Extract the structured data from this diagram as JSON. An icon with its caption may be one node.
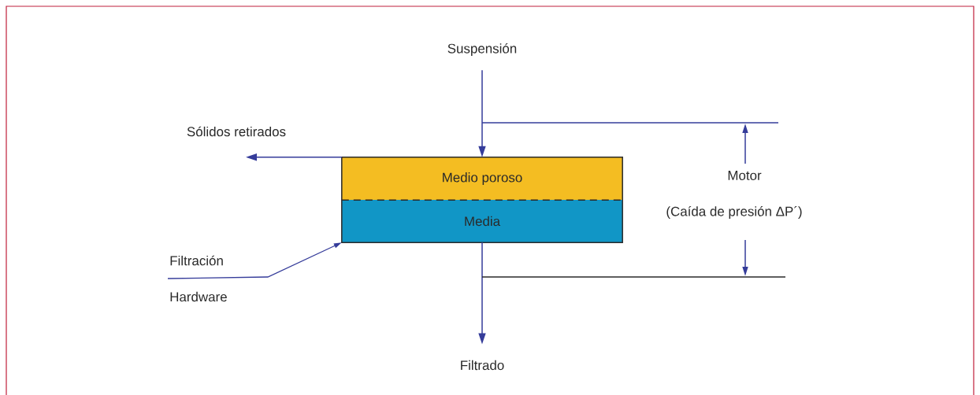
{
  "diagram": {
    "nodes": [
      {
        "text": [
          "Suspensión"
        ]
      },
      {
        "text": [
          "Medio poroso"
        ]
      },
      {
        "text": [
          "Media"
        ]
      },
      {
        "text": [
          "Sólidos retirados"
        ]
      },
      {
        "text": [
          "Filtrado"
        ]
      },
      {
        "text": [
          "Filtración",
          "Hardware"
        ]
      }
    ],
    "edges": [
      {
        "from": 0,
        "to": 1,
        "arrow": "to"
      },
      {
        "from": 1,
        "to": 3,
        "arrow": "to"
      },
      {
        "from": 2,
        "to": 4,
        "arrow": "to"
      },
      {
        "from": 5,
        "to": 2,
        "arrow": "to"
      }
    ],
    "labels": [
      "Motor",
      "(Caída de presión ΔP´)"
    ]
  }
}
